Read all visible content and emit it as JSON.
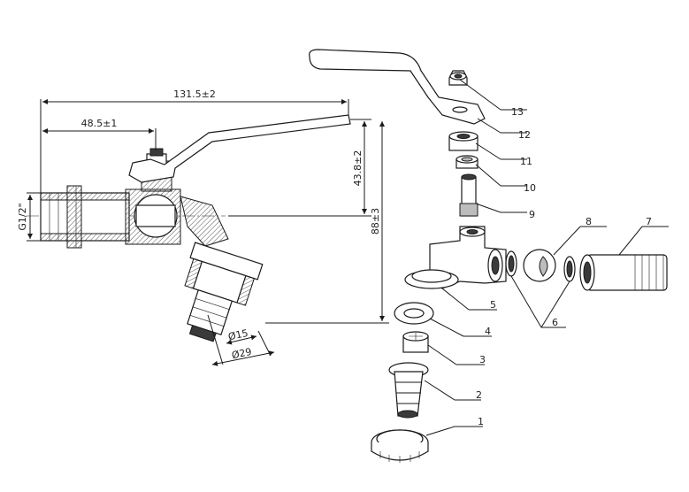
{
  "dimensions": {
    "overall_length": "131.5±2",
    "inlet_length": "48.5±1",
    "spindle_height": "43.8±2",
    "total_height": "88±3",
    "thread": "G1/2\"",
    "outlet_inner_dia": "Ø15",
    "outlet_outer_dia": "Ø29"
  },
  "part_numbers": [
    "1",
    "2",
    "3",
    "4",
    "5",
    "6",
    "7",
    "8",
    "9",
    "10",
    "11",
    "12",
    "13"
  ]
}
